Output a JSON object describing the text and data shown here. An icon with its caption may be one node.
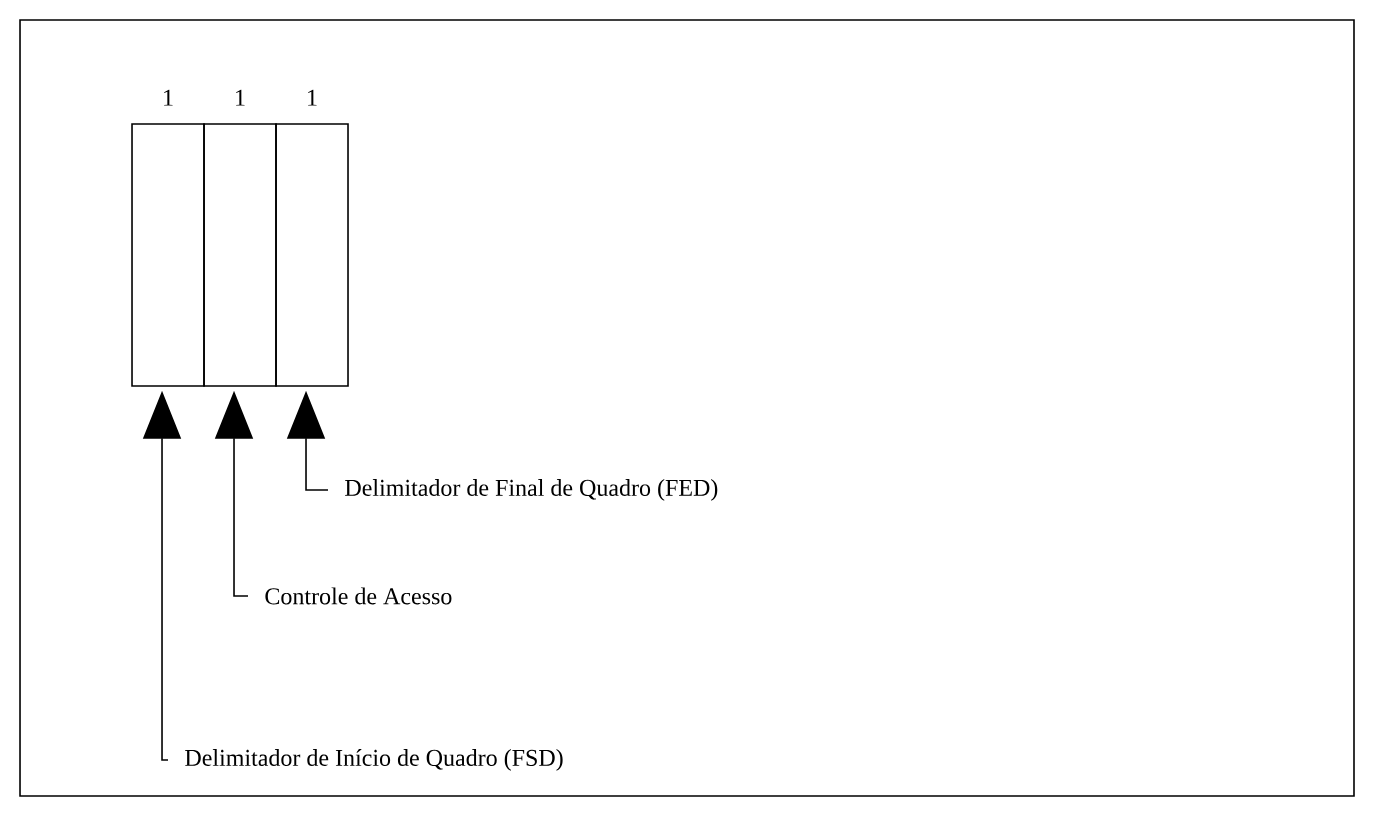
{
  "diagram": {
    "nodes": [
      {
        "text": [],
        "shape": "box",
        "beside": [
          "1"
        ]
      },
      {
        "text": [],
        "shape": "box",
        "beside": [
          "1"
        ]
      },
      {
        "text": [],
        "shape": "box",
        "beside": [
          "1"
        ]
      },
      {
        "text": [
          "Delimitador de Final de Quadro (FED)"
        ]
      },
      {
        "text": [
          "Controle de Acesso"
        ]
      },
      {
        "text": [
          "Delimitador de Início de Quadro (FSD)"
        ]
      }
    ],
    "edges": [
      {
        "from": 3,
        "to": 2,
        "arrow": "to"
      },
      {
        "from": 4,
        "to": 1,
        "arrow": "to"
      },
      {
        "from": 5,
        "to": 0,
        "arrow": "to"
      }
    ]
  }
}
